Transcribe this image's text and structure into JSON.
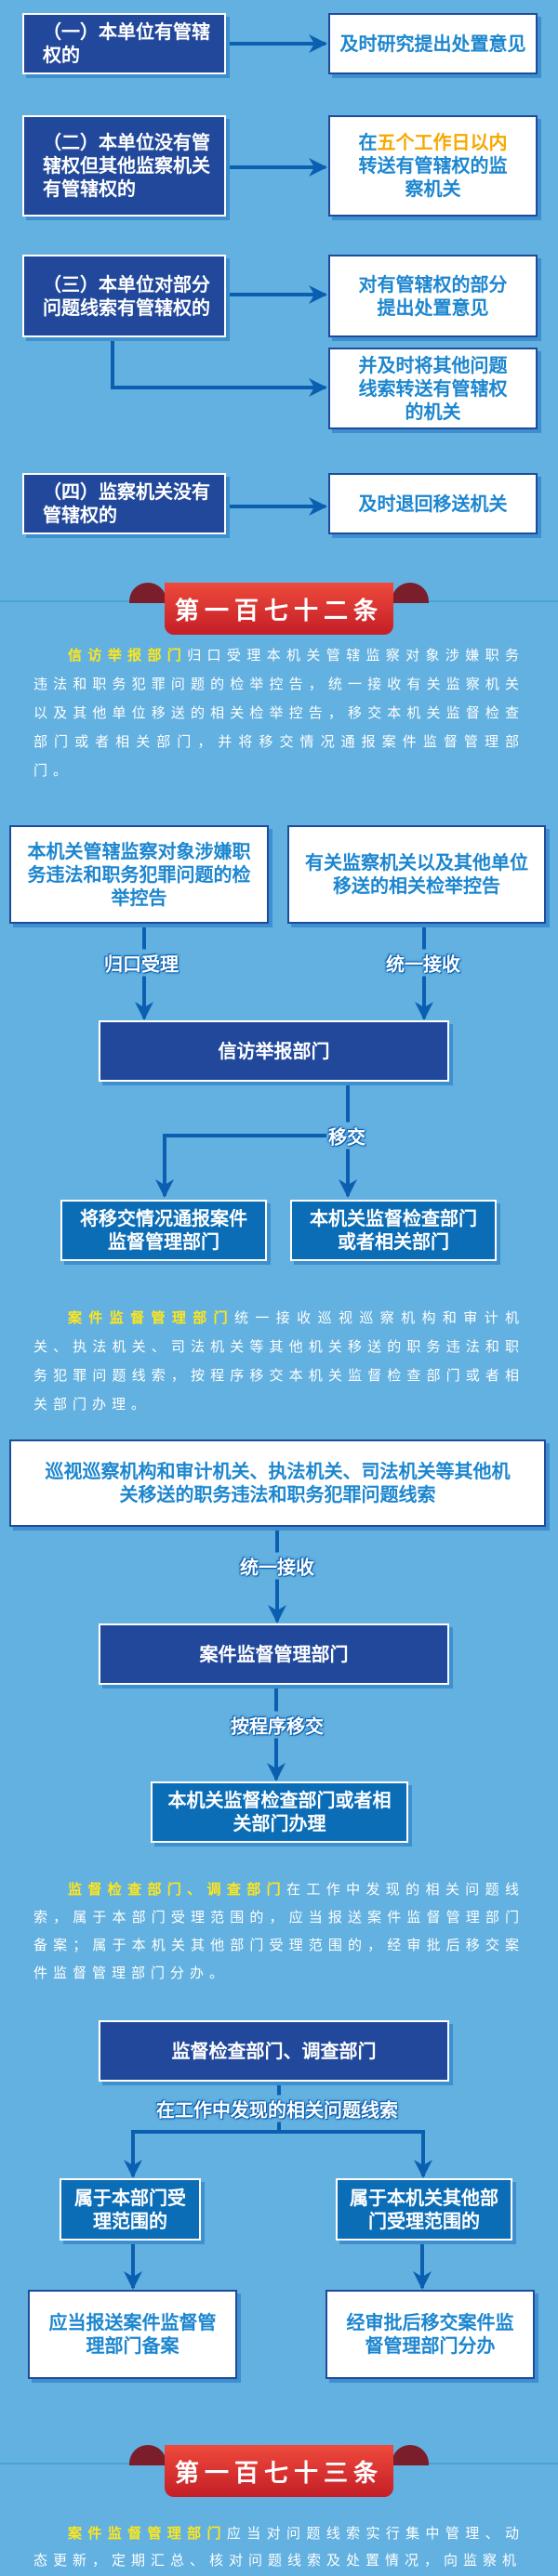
{
  "section1": {
    "rows": [
      {
        "left": "（一）本单位有管辖权的",
        "right": "及时研究提出处置意见"
      },
      {
        "left": "（二）本单位没有管辖权但其他监察机关有管辖权的",
        "right_prefix": "在",
        "right_highlight": "五个工作日以内",
        "right_suffix": "转送有管辖权的监察机关"
      },
      {
        "left": "（三）本单位对部分问题线索有管辖权的",
        "right": "对有管辖权的部分提出处置意见",
        "right2": "并及时将其他问题线索转送有管辖权的机关"
      },
      {
        "left": "（四）监察机关没有管辖权的",
        "right": "及时退回移送机关"
      }
    ]
  },
  "article172": {
    "title": "第一百七十二条",
    "para1": {
      "highlight": "信访举报部门",
      "text": "归口受理本机关管辖监察对象涉嫌职务违法和职务犯罪问题的检举控告，统一接收有关监察机关以及其他单位移送的相关检举控告，移交本机关监督检查部门或者相关部门，并将移交情况通报案件监督管理部门。"
    },
    "flow1": {
      "source_left": "本机关管辖监察对象涉嫌职务违法和职务犯罪问题的检举控告",
      "source_right": "有关监察机关以及其他单位移送的相关检举控告",
      "label_left": "归口受理",
      "label_right": "统一接收",
      "center": "信访举报部门",
      "label_transfer": "移交",
      "target_left": "将移交情况通报案件监督管理部门",
      "target_right": "本机关监督检查部门或者相关部门"
    },
    "para2": {
      "highlight": "案件监督管理部门",
      "text": "统一接收巡视巡察机构和审计机关、执法机关、司法机关等其他机关移送的职务违法和职务犯罪问题线索，按程序移交本机关监督检查部门或者相关部门办理。"
    },
    "flow2": {
      "source": "巡视巡察机构和审计机关、执法机关、司法机关等其他机关移送的职务违法和职务犯罪问题线索",
      "label1": "统一接收",
      "center": "案件监督管理部门",
      "label2": "按程序移交",
      "target": "本机关监督检查部门或者相关部门办理"
    },
    "para3": {
      "highlight": "监督检查部门、调查部门",
      "text": "在工作中发现的相关问题线索，属于本部门受理范围的，应当报送案件监督管理部门备案；属于本机关其他部门受理范围的，经审批后移交案件监督管理部门分办。"
    },
    "flow3": {
      "source": "监督检查部门、调查部门",
      "label": "在工作中发现的相关问题线索",
      "branch_left": "属于本部门受理范围的",
      "branch_right": "属于本机关其他部门受理范围的",
      "result_left": "应当报送案件监督管理部门备案",
      "result_right": "经审批后移交案件监督管理部门分办"
    }
  },
  "article173": {
    "title": "第一百七十三条",
    "para1": {
      "highlight": "案件监督管理部门",
      "text": "应当对问题线索实行集中管理、动态更新，定期汇总、核对问题线索及处置情况，向监察机"
    }
  },
  "colors": {
    "background": "#63b1e0",
    "navy": "#21489a",
    "mid_blue": "#0b6db6",
    "highlight_yellow": "#ffe61a",
    "highlight_orange": "#f6a800",
    "banner_red": "#e03a34"
  }
}
